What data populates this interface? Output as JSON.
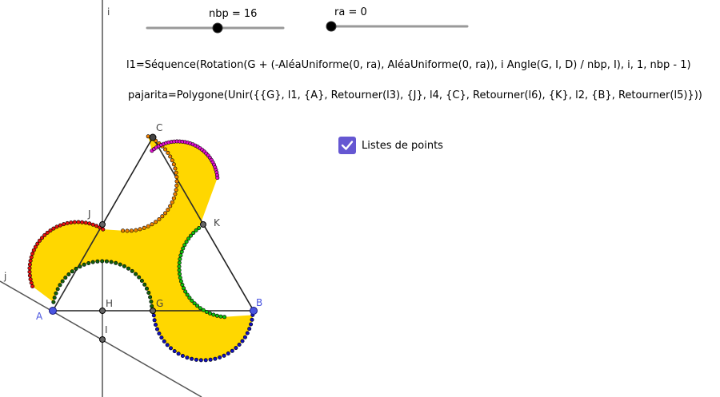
{
  "sliders": {
    "nbp": {
      "label": "nbp = 16",
      "value": 16
    },
    "ra": {
      "label": "ra = 0",
      "value": 0
    }
  },
  "commands": {
    "l1": "l1=Séquence(Rotation(G + (-AléaUniforme(0, ra), AléaUniforme(0, ra)), i Angle(G, I, D) / nbp, I), i, 1, nbp - 1)",
    "pajarita": "pajarita=Polygone(Unir({{G}, l1, {A}, Retourner(l3), {J}, l4, {C}, Retourner(l6), {K}, l2, {B}, Retourner(l5)}))"
  },
  "checkbox": {
    "label": "Listes de points",
    "checked": true
  },
  "axes": {
    "vertical": "i",
    "oblique": "j"
  },
  "points": {
    "A": "A",
    "B": "B",
    "C": "C",
    "J": "J",
    "K": "K",
    "H": "H",
    "G": "G",
    "I": "I"
  },
  "colors": {
    "fill": "#ffd700",
    "red": "#e81010",
    "orange": "#f08000",
    "magenta": "#e010d0",
    "green": "#10c010",
    "dark_green": "#106010",
    "blue": "#1010c0",
    "slider_knob": "#000000",
    "checkbox": "#6557d2"
  }
}
